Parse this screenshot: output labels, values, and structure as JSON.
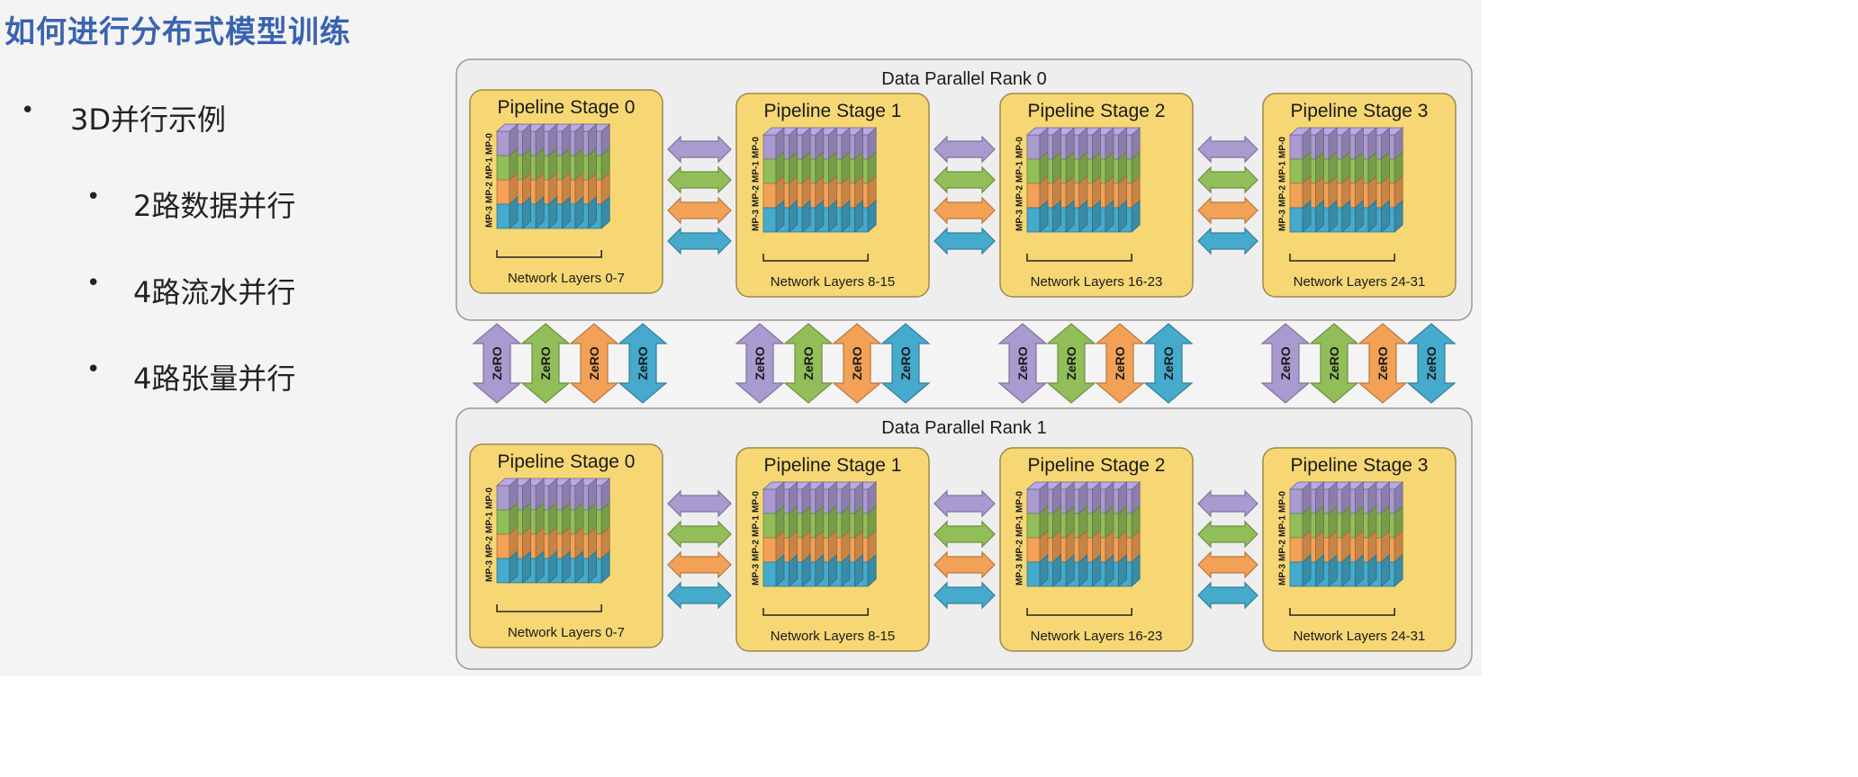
{
  "slide": {
    "title": "如何进行分布式模型训练",
    "bullets": [
      {
        "text": "3D并行示例",
        "level": 1
      },
      {
        "text": "2路数据并行",
        "level": 2
      },
      {
        "text": "4路流水并行",
        "level": 2
      },
      {
        "text": "4路张量并行",
        "level": 2
      }
    ]
  },
  "diagram": {
    "ranks": [
      {
        "label": "Data Parallel Rank 0",
        "stages": [
          {
            "title": "Pipeline Stage 0",
            "layers": "Network Layers 0-7"
          },
          {
            "title": "Pipeline Stage 1",
            "layers": "Network Layers 8-15"
          },
          {
            "title": "Pipeline Stage 2",
            "layers": "Network Layers 16-23"
          },
          {
            "title": "Pipeline Stage 3",
            "layers": "Network Layers 24-31"
          }
        ]
      },
      {
        "label": "Data Parallel Rank 1",
        "stages": [
          {
            "title": "Pipeline Stage 0",
            "layers": "Network Layers 0-7"
          },
          {
            "title": "Pipeline Stage 1",
            "layers": "Network Layers 8-15"
          },
          {
            "title": "Pipeline Stage 2",
            "layers": "Network Layers 16-23"
          },
          {
            "title": "Pipeline Stage 3",
            "layers": "Network Layers 24-31"
          }
        ]
      }
    ],
    "mp_labels": [
      "MP-0",
      "MP-1",
      "MP-2",
      "MP-3"
    ],
    "zero_label": "ZeRO",
    "colors": {
      "mp0": "#a99ad0",
      "mp1": "#92be5a",
      "mp2": "#f2a156",
      "mp3": "#45aacb",
      "stage_fill": "#f7d774",
      "stage_border": "#9c8a4a",
      "rank_fill": "#eeeeee",
      "rank_border": "#9a9a9a"
    }
  }
}
